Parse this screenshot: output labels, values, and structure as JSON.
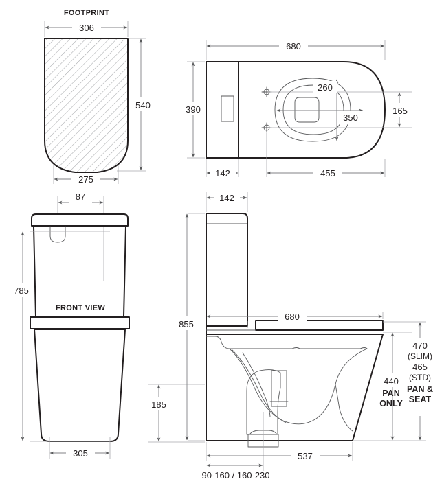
{
  "drawing": {
    "title": "Toilet Suite Technical Drawing",
    "units": "mm",
    "line_color": "#231f20",
    "dim_color": "#808285"
  },
  "views": {
    "footprint": {
      "label": "FOOTPRINT",
      "dimensions": {
        "top_width": "306",
        "bottom_width": "275",
        "depth": "540"
      }
    },
    "plan": {
      "label": "",
      "dimensions": {
        "overall_length": "680",
        "overall_width": "390",
        "cistern_depth": "142",
        "pan_length": "455",
        "seat_opening_width": "260",
        "seat_opening_length": "350",
        "bolt_spacing": "165"
      }
    },
    "front": {
      "label": "FRONT VIEW",
      "dimensions": {
        "button_width": "87",
        "overall_height": "785",
        "base_width": "305"
      }
    },
    "side": {
      "label": "",
      "dimensions": {
        "cistern_depth": "142",
        "overall_height": "855",
        "overall_length": "680",
        "trap_height": "185",
        "pan_length": "537",
        "rough_in": "90-160 / 160-230",
        "seat_height_slim": "470",
        "seat_height_slim_note": "(SLIM)",
        "seat_height_std": "465",
        "seat_height_std_note": "(STD)",
        "pan_seat_note_1": "PAN &",
        "pan_seat_note_2": "SEAT",
        "pan_only_height": "440",
        "pan_only_note_1": "PAN",
        "pan_only_note_2": "ONLY"
      }
    }
  }
}
